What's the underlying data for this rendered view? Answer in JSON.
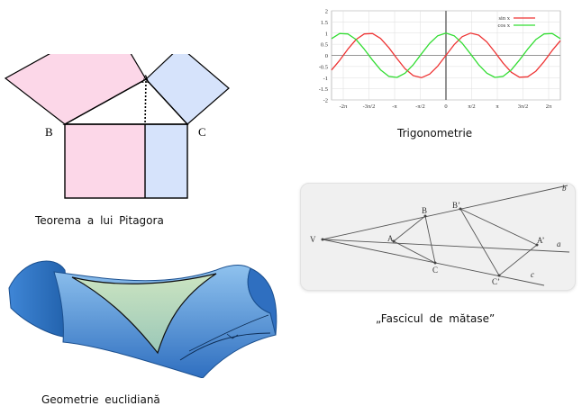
{
  "pythagoras": {
    "caption": "Teorema  a lui Pitagora",
    "labels": {
      "a": "A",
      "b": "B",
      "c": "C"
    },
    "colors": {
      "pink": "#fcd7e8",
      "blue": "#d6e3fb",
      "stroke": "#000000"
    }
  },
  "trig": {
    "caption": "Trigonometrie",
    "legend": [
      {
        "name": "sin x",
        "color": "#ee3333"
      },
      {
        "name": "cos x",
        "color": "#33dd33"
      }
    ],
    "y_ticks": [
      "2",
      "1.5",
      "1",
      "0.5",
      "0",
      "-0.5",
      "-1",
      "-1.5",
      "-2"
    ],
    "x_ticks": [
      "-2π",
      "-3π/2",
      "-π",
      "-π/2",
      "0",
      "π/2",
      "π",
      "3π/2",
      "2π"
    ]
  },
  "chart_data": {
    "type": "line",
    "x": [
      -7.0,
      -6.5,
      -6.0,
      -5.5,
      -5.0,
      -4.5,
      -4.0,
      -3.5,
      -3.0,
      -2.5,
      -2.0,
      -1.5,
      -1.0,
      -0.5,
      0.0,
      0.5,
      1.0,
      1.5,
      2.0,
      2.5,
      3.0,
      3.5,
      4.0,
      4.5,
      5.0,
      5.5,
      6.0,
      6.5,
      7.0
    ],
    "series": [
      {
        "name": "sin x",
        "values": [
          -0.66,
          -0.22,
          0.28,
          0.71,
          0.96,
          0.98,
          0.76,
          0.35,
          -0.14,
          -0.6,
          -0.91,
          -1.0,
          -0.84,
          -0.48,
          0.0,
          0.48,
          0.84,
          1.0,
          0.91,
          0.6,
          0.14,
          -0.35,
          -0.76,
          -0.98,
          -0.96,
          -0.71,
          -0.28,
          0.22,
          0.66
        ]
      },
      {
        "name": "cos x",
        "values": [
          0.75,
          0.98,
          0.96,
          0.71,
          0.28,
          -0.21,
          -0.65,
          -0.94,
          -0.99,
          -0.8,
          -0.42,
          0.07,
          0.54,
          0.88,
          1.0,
          0.88,
          0.54,
          0.07,
          -0.42,
          -0.8,
          -0.99,
          -0.94,
          -0.65,
          -0.21,
          0.28,
          0.71,
          0.96,
          0.98,
          0.75
        ]
      }
    ],
    "xlim": [
      -7.0,
      7.0
    ],
    "ylim": [
      -2.0,
      2.0
    ],
    "grid": true,
    "legend": "top-right"
  },
  "geometry": {
    "caption": "Geometrie  euclidiană",
    "colors": {
      "blue_dark": "#2f6fc0",
      "blue_light": "#8fc2ee",
      "green": "#cfe3b0"
    }
  },
  "silk": {
    "caption": "„Fascicul  de mătase”",
    "labels": {
      "v": "V",
      "a": "A",
      "b": "B",
      "c": "C",
      "a2": "A’",
      "b2": "B’",
      "c2": "C’",
      "la": "a",
      "lb": "b",
      "lc": "c"
    }
  }
}
